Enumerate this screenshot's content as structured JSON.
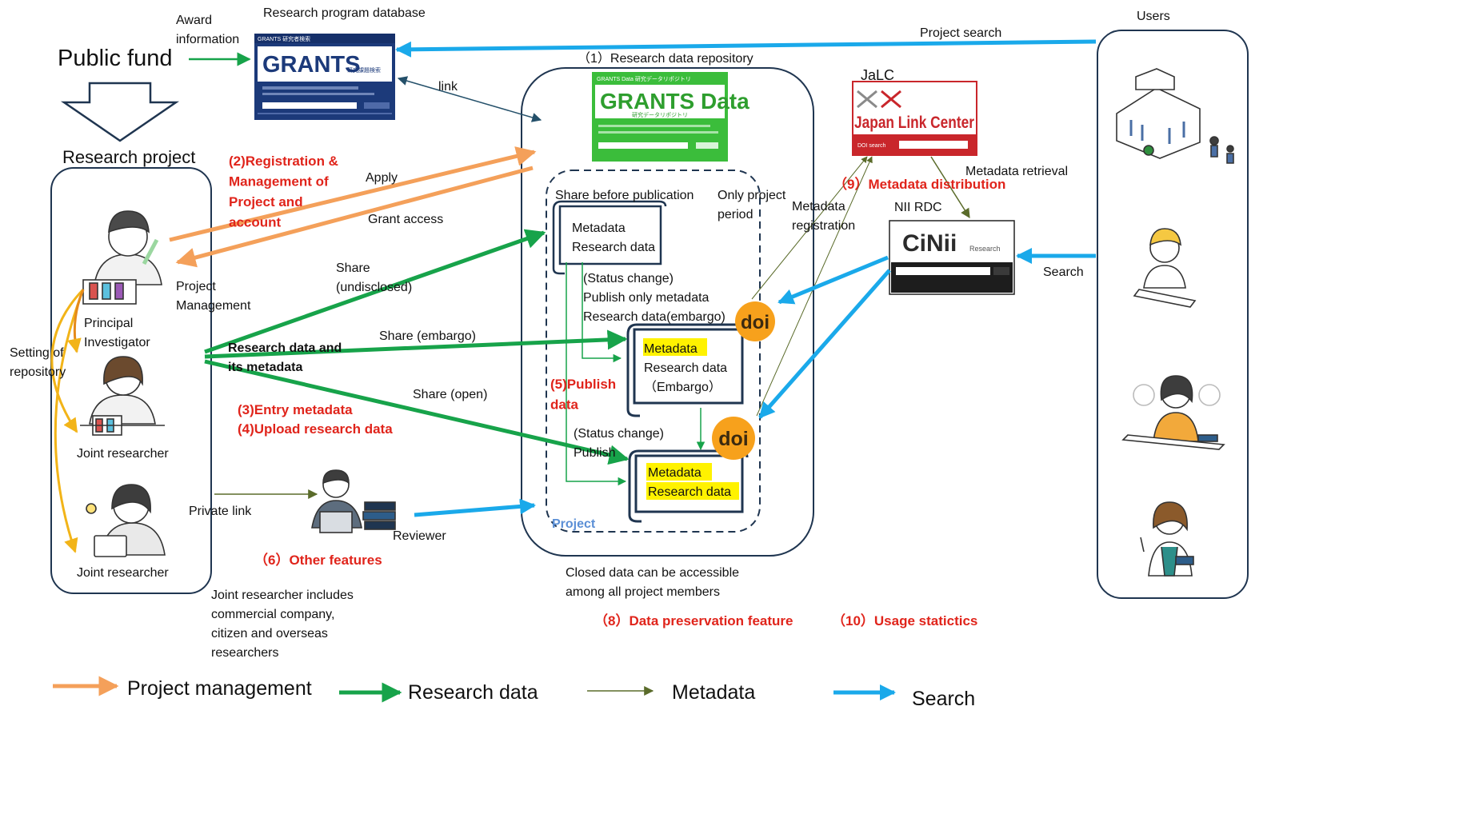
{
  "colors": {
    "project_management": "#f4a05a",
    "research_data": "#17a34a",
    "metadata": "#5a6b2a",
    "search": "#1aa9ea",
    "red_label": "#e0241b",
    "highlight": "#fff200",
    "frame": "#1f3550",
    "grants_blue": "#1c3a7a",
    "grants_data_green": "#3bbd3b",
    "jalc_red": "#c9262b",
    "doi_orange": "#f7a11c"
  },
  "top": {
    "award_information": "Award\ninformation",
    "research_program_database": "Research program database",
    "public_fund": "Public fund",
    "research_project": "Research project",
    "repository_title": "（1）Research data repository",
    "users": "Users",
    "project_search": "Project search",
    "link": "link"
  },
  "grants": {
    "logo": "GRANTS",
    "header": "GRANTS 研究者検索",
    "sub": "研究課題検索"
  },
  "grants_data": {
    "header": "GRANTS Data 研究データリポジトリ",
    "logo": "GRANTS Data",
    "sub": "研究データリポジトリ"
  },
  "jalc": {
    "name": "JaLC",
    "logo": "Japan Link Center",
    "search_label": "DOI search"
  },
  "cinii": {
    "provider": "NII RDC",
    "logo": "CiNii",
    "sub": "Research"
  },
  "left": {
    "step2": "(2)Registration &\nManagement of\nProject and\naccount",
    "apply": "Apply",
    "grant_access": "Grant access",
    "project_management": "Project\nManagement",
    "principal_investigator": "Principal\nInvestigator",
    "joint_researcher_1": "Joint researcher",
    "joint_researcher_2": "Joint researcher",
    "setting_of_repository": "Setting of\nrepository",
    "research_data_and_metadata": "Research data and\nits metadata",
    "step3": "(3)Entry metadata",
    "step4": "(4)Upload research data",
    "private_link": "Private link",
    "reviewer": "Reviewer",
    "step6": "（6）Other features",
    "joint_note": "Joint researcher includes\ncommercial company,\ncitizen and overseas\nresearchers"
  },
  "middle": {
    "share_undisclosed": "Share\n(undisclosed)",
    "share_embargo": "Share (embargo)",
    "share_open": "Share (open)",
    "share_before_publication": "Share before publication",
    "only_project_period": "Only project\nperiod",
    "doc1_lines": "Metadata\nResearch data",
    "status_change_1": "(Status change)\nPublish only metadata\nResearch data(embargo)",
    "doc2_metadata": "Metadata",
    "doc2_lines": "Research data\n（Embargo）",
    "step5": "(5)Publish\ndata",
    "status_change_2": "(Status change)\nPublish",
    "doc3_metadata": "Metadata",
    "doc3_research": "Research data",
    "project_label": "Project",
    "doi": "doi",
    "closed_note": "Closed data can be accessible\namong all project  members",
    "step8": "（8）Data preservation feature"
  },
  "right": {
    "metadata_registration": "Metadata\nregistration",
    "step9": "（9）Metadata distribution",
    "metadata_retrieval": "Metadata retrieval",
    "search": "Search",
    "step10": "（10）Usage statictics"
  },
  "legend": {
    "project_management": "Project  management",
    "research_data": "Research data",
    "metadata": "Metadata",
    "search": "Search"
  }
}
